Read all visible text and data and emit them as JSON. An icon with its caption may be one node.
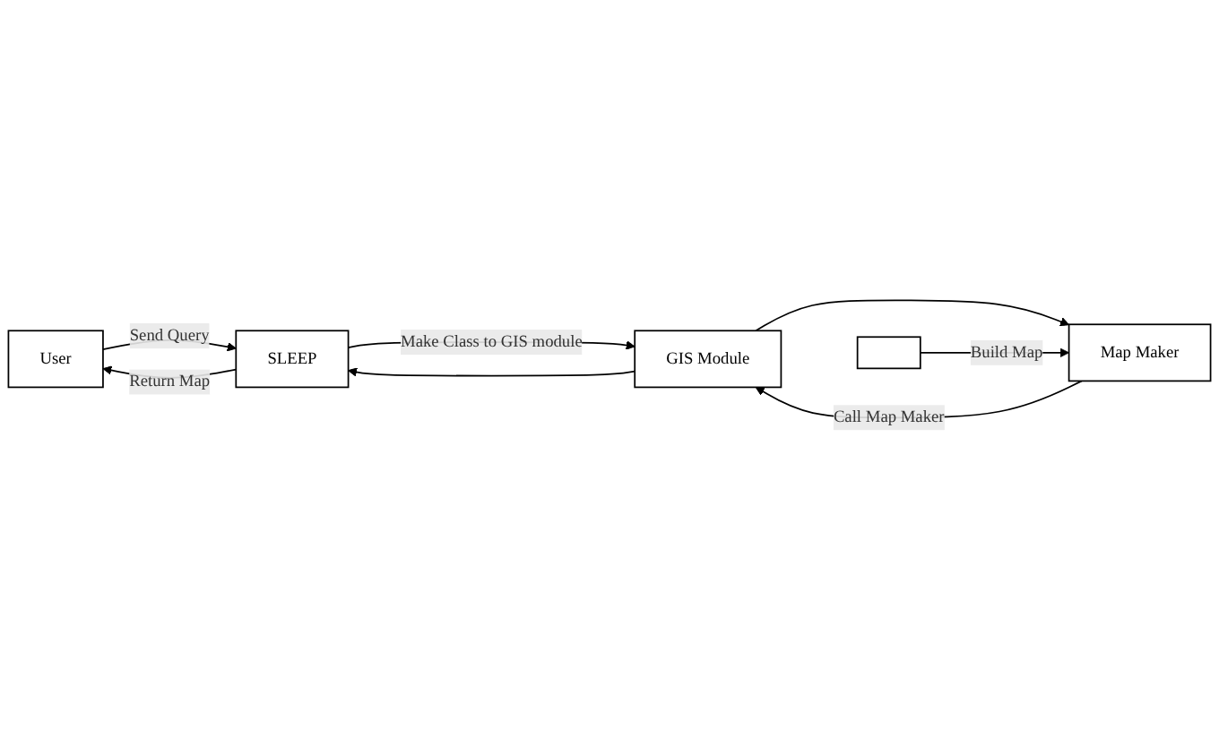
{
  "diagram": {
    "nodes": [
      {
        "text": [
          "User"
        ]
      },
      {
        "text": [
          "SLEEP"
        ]
      },
      {
        "text": [
          "GIS Module"
        ]
      },
      {
        "text": [
          "Map Maker"
        ]
      },
      {
        "text": [],
        "shape": "box"
      }
    ],
    "edges": [
      {
        "from": 0,
        "to": 1,
        "arrow": "to",
        "label": "Send Query"
      },
      {
        "from": 1,
        "to": 0,
        "arrow": "to",
        "label": "Return Map"
      },
      {
        "from": 1,
        "to": 2,
        "arrow": "to",
        "label": "Make Class to GIS module"
      },
      {
        "from": 2,
        "to": 1,
        "arrow": "to"
      },
      {
        "from": 2,
        "to": 3,
        "arrow": "to"
      },
      {
        "from": 3,
        "to": 2,
        "arrow": "to",
        "label": "Call Map Maker"
      },
      {
        "from": 4,
        "to": 3,
        "arrow": "to",
        "label": "Build Map"
      }
    ]
  }
}
